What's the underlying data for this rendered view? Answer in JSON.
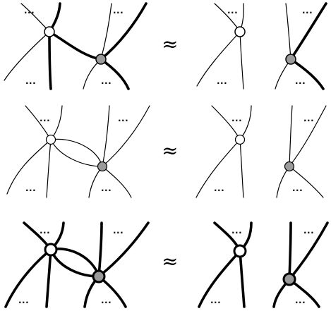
{
  "diagram": {
    "ellipsis": "...",
    "relation": "≈",
    "colors": {
      "white_node": "#ffffff",
      "gray_node": "#9a9a9a",
      "stroke": "#000000"
    },
    "rows": [
      {
        "left": "two nodes joined by a single thick edge",
        "right": "two separated crossings"
      },
      {
        "left": "two nodes joined by two thin edges",
        "right": "two separated crossings"
      },
      {
        "left": "two nodes joined by two thick edges",
        "right": "two separated crossings"
      }
    ]
  }
}
